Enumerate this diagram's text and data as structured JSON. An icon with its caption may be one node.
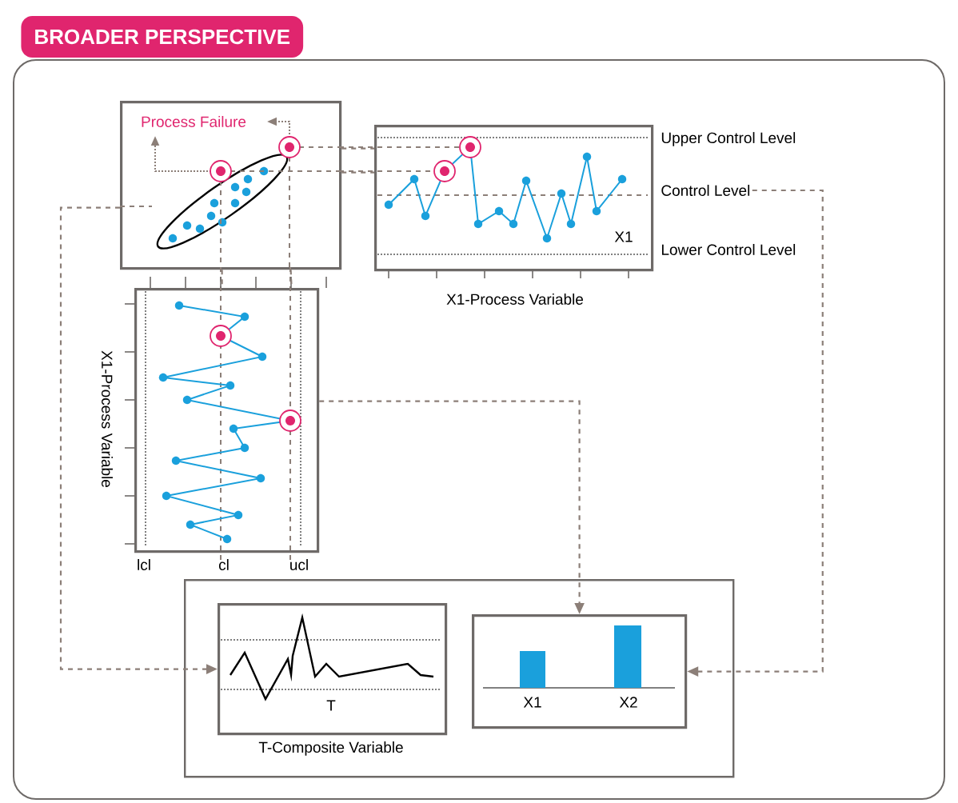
{
  "diagram": {
    "nodes": [
      {
        "text": [
          "BROADER PERSPECTIVE"
        ]
      },
      {
        "text": [
          "Process Failure"
        ],
        "in": 0
      },
      {
        "text": [
          "X1"
        ],
        "beside": [
          "Upper Control Level",
          "Lower Control Level",
          "X1-Process Variable"
        ],
        "in": 0
      },
      {
        "text": [
          "Control Level"
        ],
        "in": 0
      },
      {
        "text": [
          "X1-Process Variable"
        ],
        "beside": [
          "lcl",
          "cl",
          "ucl"
        ],
        "in": 0
      },
      {
        "text": [],
        "shape": "box",
        "in": 0
      },
      {
        "text": [
          "T"
        ],
        "beside": [
          "T-Composite Variable"
        ],
        "in": 5
      },
      {
        "text": [
          "X1",
          "X2"
        ],
        "in": 5
      }
    ],
    "edges": [
      {
        "from": 1,
        "to": 6,
        "arrow": "to",
        "style": "dashed"
      },
      {
        "from": 4,
        "to": 7,
        "arrow": "to",
        "style": "dashed"
      },
      {
        "from": 3,
        "to": 7,
        "arrow": "to",
        "style": "dashed"
      },
      {
        "from": 1,
        "to": 2,
        "arrow": "none",
        "style": "dashed"
      },
      {
        "from": 1,
        "to": 2,
        "arrow": "none",
        "style": "dashed"
      },
      {
        "from": 1,
        "to": 4,
        "arrow": "none",
        "style": "dashed"
      },
      {
        "from": 1,
        "to": 4,
        "arrow": "none",
        "style": "dashed"
      }
    ]
  }
}
